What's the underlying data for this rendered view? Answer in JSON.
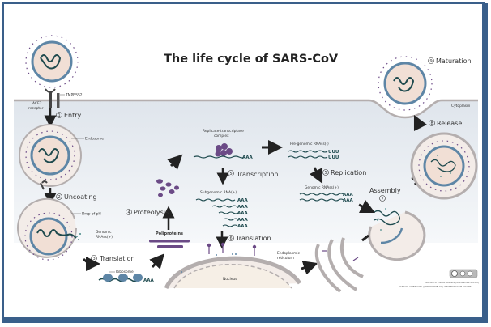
{
  "title": "The life cycle of SARS-CoV",
  "regions": {
    "cytoplasm": "Cytoplasm",
    "nucleus": "Nucleus",
    "er": [
      "Endoplasmic",
      "reticulum"
    ],
    "endosome": "Endosome"
  },
  "labels": {
    "tmprss2": "TMPRSS2",
    "ace2": [
      "ACE2",
      "receptor"
    ],
    "drop_ph": "Drop of pH",
    "genomic_rna": [
      "Genomic",
      "RNAss(+)"
    ],
    "ribosome": "Ribosome",
    "polyproteins": "Poliproteins",
    "rtc": [
      "Replicate-transcriptase",
      "complex"
    ],
    "subgenomic": "Subgenomic RNA(+)",
    "pregenomic": "Pre-genomic RNAss(-)",
    "genomic_plus": "Genomic RNAss(+)",
    "assembly": "Assembly",
    "aaa": "AAA",
    "uuu": "UUU"
  },
  "steps": [
    {
      "num": "1",
      "label": "Entry"
    },
    {
      "num": "2",
      "label": "Uncoating"
    },
    {
      "num": "3",
      "label": "Translation"
    },
    {
      "num": "4",
      "label": "Proteolysis"
    },
    {
      "num": "5",
      "label": "Transcription"
    },
    {
      "num": "5",
      "label": "Replication"
    },
    {
      "num": "6",
      "label": "Translation"
    },
    {
      "num": "7",
      "label": ""
    },
    {
      "num": "8",
      "label": "Release"
    },
    {
      "num": "9",
      "label": "Maturation"
    }
  ],
  "credits": {
    "license": "cc by-sa",
    "line1": "SCIENTIFIC VISUAL SCIENCE (WWW.SCIENTIFIC.EU)",
    "line2": "IGNACIO LOPEZ-GONI (@MICROBIOBLOG) UNIVERSIDAD DE NAVARRA"
  },
  "colors": {
    "border": "#3a5f8a",
    "spike": "#6b4a86",
    "envelope": "#5e86a6",
    "rna": "#1e4a4e",
    "capsid_fill": "#f1dfd5",
    "cytoplasm": "#e4e9ef",
    "membrane": "#b4aeae",
    "arrow": "#222222"
  }
}
